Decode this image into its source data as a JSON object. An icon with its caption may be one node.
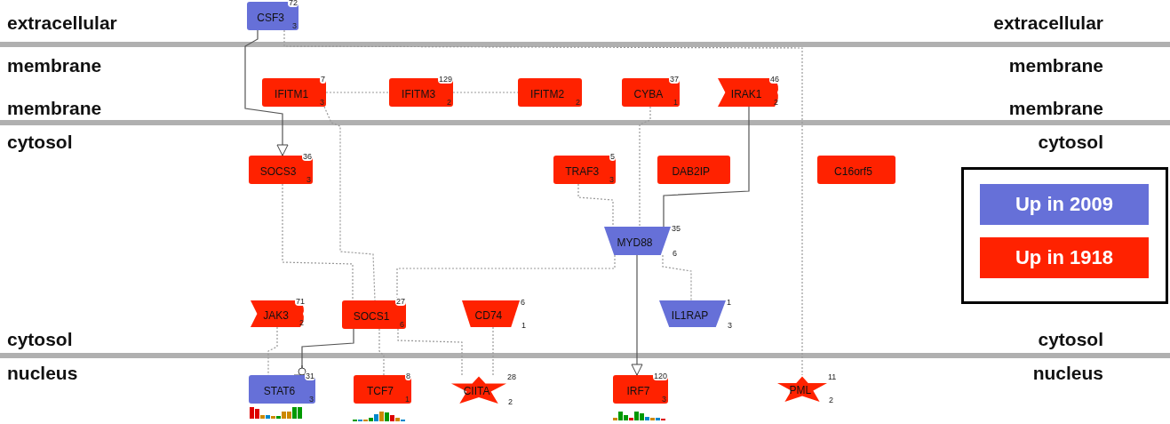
{
  "diagram": {
    "nodes": [
      {
        "text": [
          "CSF3",
          "72",
          "3"
        ]
      },
      {
        "text": [
          "IFITM1",
          "7",
          "3"
        ]
      },
      {
        "text": [
          "IFITM3",
          "129",
          "2"
        ]
      },
      {
        "text": [
          "IFITM2",
          "2"
        ]
      },
      {
        "text": [
          "CYBA",
          "37",
          "1"
        ]
      },
      {
        "text": [
          "IRAK1",
          "46",
          "2"
        ]
      },
      {
        "text": [
          "SOCS3",
          "36",
          "3"
        ]
      },
      {
        "text": [
          "TRAF3",
          "5",
          "3"
        ]
      },
      {
        "text": [
          "DAB2IP"
        ]
      },
      {
        "text": [
          "C16orf5"
        ]
      },
      {
        "text": [
          "MYD88",
          "35",
          "6"
        ]
      },
      {
        "text": [
          "JAK3",
          "71",
          "2"
        ]
      },
      {
        "text": [
          "SOCS1",
          "27",
          "6"
        ]
      },
      {
        "text": [
          "CD74",
          "6",
          "1"
        ]
      },
      {
        "text": [
          "IL1RAP",
          "1",
          "3"
        ]
      },
      {
        "text": [
          "STAT6",
          "31",
          "3"
        ]
      },
      {
        "text": [
          "TCF7",
          "8",
          "1"
        ]
      },
      {
        "text": [
          "CIITA",
          "28",
          "2"
        ]
      },
      {
        "text": [
          "IRF7",
          "120",
          "3"
        ]
      },
      {
        "text": [
          "PML",
          "11",
          "2"
        ]
      }
    ],
    "edges": [
      {
        "from": 0,
        "to": 6,
        "arrow": "to"
      },
      {
        "from": 0,
        "to": 19,
        "arrow": "none",
        "style": "dashed"
      },
      {
        "from": 1,
        "to": 2,
        "arrow": "none",
        "style": "dashed"
      },
      {
        "from": 2,
        "to": 3,
        "arrow": "none",
        "style": "dashed"
      },
      {
        "from": 1,
        "to": 12,
        "arrow": "none",
        "style": "dashed"
      },
      {
        "from": 6,
        "to": 12,
        "arrow": "none",
        "style": "dashed"
      },
      {
        "from": 4,
        "to": 10,
        "arrow": "none",
        "style": "dashed"
      },
      {
        "from": 7,
        "to": 10,
        "arrow": "none",
        "style": "dashed"
      },
      {
        "from": 5,
        "to": 10,
        "arrow": "none"
      },
      {
        "from": 10,
        "to": 12,
        "arrow": "none",
        "style": "dashed"
      },
      {
        "from": 10,
        "to": 18,
        "arrow": "to"
      },
      {
        "from": 10,
        "to": 14,
        "arrow": "none",
        "style": "dashed"
      },
      {
        "from": 11,
        "to": 15,
        "arrow": "other",
        "style": "dashed"
      },
      {
        "from": 12,
        "to": 15,
        "arrow": "other"
      },
      {
        "from": 12,
        "to": 16,
        "arrow": "none",
        "style": "dashed"
      },
      {
        "from": 12,
        "to": 17,
        "arrow": "none",
        "style": "dashed"
      },
      {
        "from": 13,
        "to": 17,
        "arrow": "none",
        "style": "dashed"
      }
    ],
    "labels": [
      "extracellular",
      "extracellular",
      "membrane",
      "membrane",
      "membrane",
      "membrane",
      "cytosol",
      "cytosol",
      "cytosol",
      "cytosol",
      "nucleus",
      "nucleus"
    ],
    "legend": [
      {
        "text": "Up in 2009",
        "color": "#6670d8"
      },
      {
        "text": "Up in 1918",
        "color": "#ff2200"
      }
    ]
  }
}
